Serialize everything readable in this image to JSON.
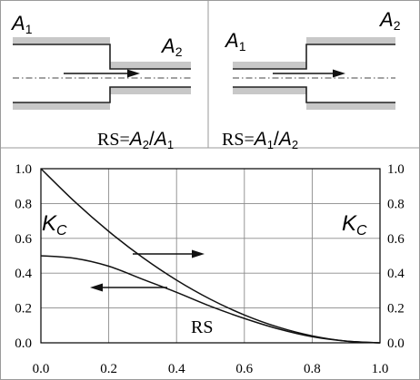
{
  "panel_left": {
    "a_in": {
      "letter": "A",
      "sub": "1"
    },
    "a_out": {
      "letter": "A",
      "sub": "2"
    },
    "formula": {
      "prefix": "RS=",
      "num": "A",
      "num_sub": "2",
      "slash": "/",
      "den": "A",
      "den_sub": "1"
    }
  },
  "panel_right": {
    "a_in": {
      "letter": "A",
      "sub": "1"
    },
    "a_out": {
      "letter": "A",
      "sub": "2"
    },
    "formula": {
      "prefix": "RS=",
      "num": "A",
      "num_sub": "1",
      "slash": "/",
      "den": "A",
      "den_sub": "2"
    }
  },
  "chart_labels": {
    "kc_left": {
      "letter": "K",
      "sub": "C"
    },
    "kc_right": {
      "letter": "K",
      "sub": "C"
    },
    "rs": "RS"
  },
  "chart_data": {
    "type": "line",
    "xlim": [
      0,
      1.0
    ],
    "ylim": [
      0,
      1.0
    ],
    "grid": true,
    "x_ticks": [
      "0.0",
      "0.2",
      "0.4",
      "0.6",
      "0.8",
      "1.0"
    ],
    "y_ticks": [
      "0.0",
      "0.2",
      "0.4",
      "0.6",
      "0.8",
      "1.0"
    ],
    "series": [
      {
        "x": [
          0,
          0.1,
          0.2,
          0.3,
          0.4,
          0.5,
          0.6,
          0.7,
          0.8,
          0.9,
          1.0
        ],
        "y": [
          1.0,
          0.81,
          0.64,
          0.49,
          0.36,
          0.25,
          0.16,
          0.09,
          0.04,
          0.01,
          0.0
        ]
      },
      {
        "x": [
          0,
          0.1,
          0.2,
          0.3,
          0.4,
          0.5,
          0.6,
          0.7,
          0.8,
          0.9,
          1.0
        ],
        "y": [
          0.5,
          0.485,
          0.44,
          0.365,
          0.29,
          0.21,
          0.14,
          0.08,
          0.035,
          0.01,
          0.0
        ]
      }
    ]
  }
}
